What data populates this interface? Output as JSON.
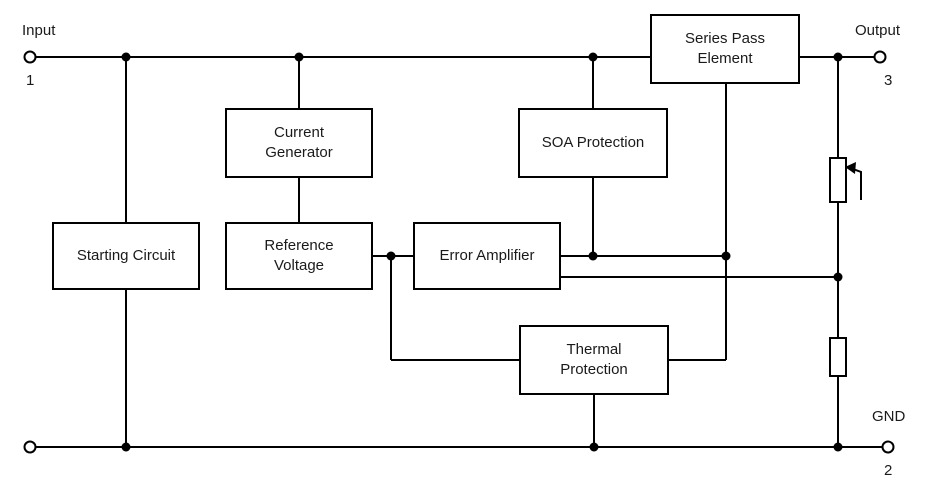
{
  "diagram": {
    "type": "voltage-regulator-block-diagram",
    "blocks": {
      "series_pass": "Series Pass Element",
      "current_generator": "Current Generator",
      "soa_protection": "SOA Protection",
      "starting_circuit": "Starting Circuit",
      "reference_voltage": "Reference Voltage",
      "error_amplifier": "Error Amplifier",
      "thermal_protection": "Thermal Protection"
    },
    "terminals": {
      "input_label": "Input",
      "input_pin": "1",
      "output_label": "Output",
      "output_pin": "3",
      "gnd_label": "GND",
      "gnd_pin": "2"
    },
    "colors": {
      "line": "#000000",
      "background": "#ffffff",
      "text": "#1a1a1a"
    }
  }
}
